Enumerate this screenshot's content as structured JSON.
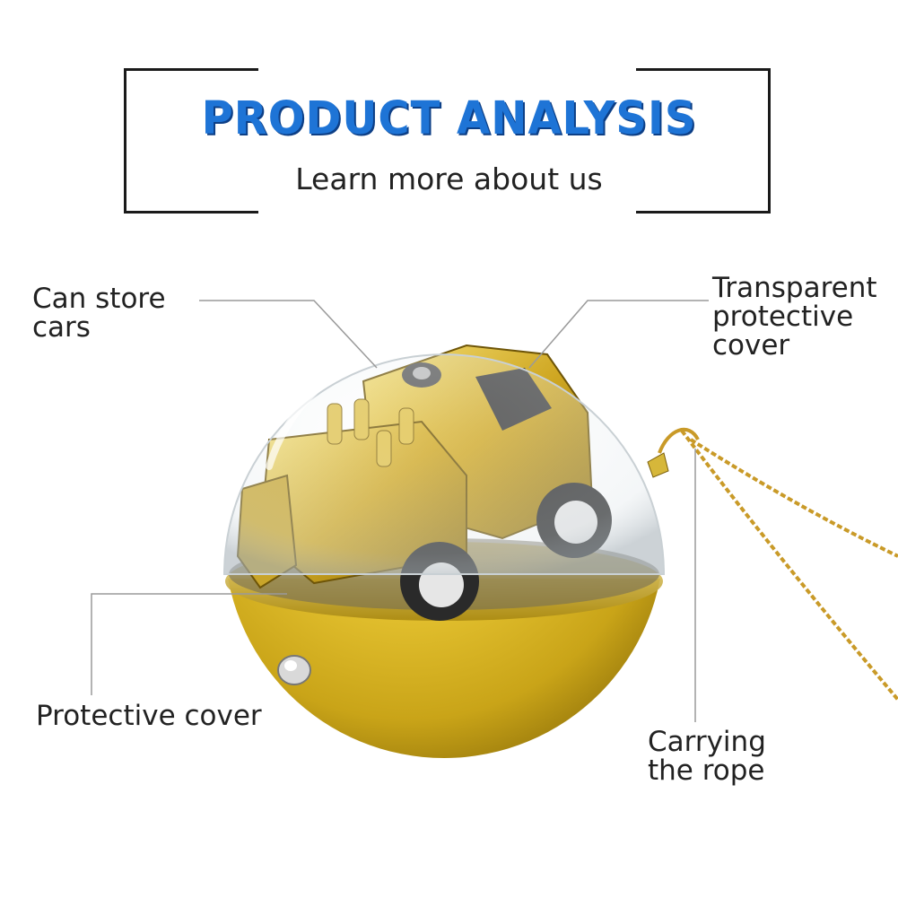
{
  "header": {
    "title": "PRODUCT ANALYSIS",
    "subtitle": "Learn more about us"
  },
  "callouts": {
    "can_store_cars": "Can store\ncars",
    "transparent_cover": "Transparent\nprotective\ncover",
    "protective_cover": "Protective cover",
    "carrying_rope": "Carrying\nthe rope"
  },
  "colors": {
    "title_blue": "#1e74d6",
    "gold": "#d8b524",
    "dark_gold": "#9c7d0f",
    "line": "#999999"
  }
}
